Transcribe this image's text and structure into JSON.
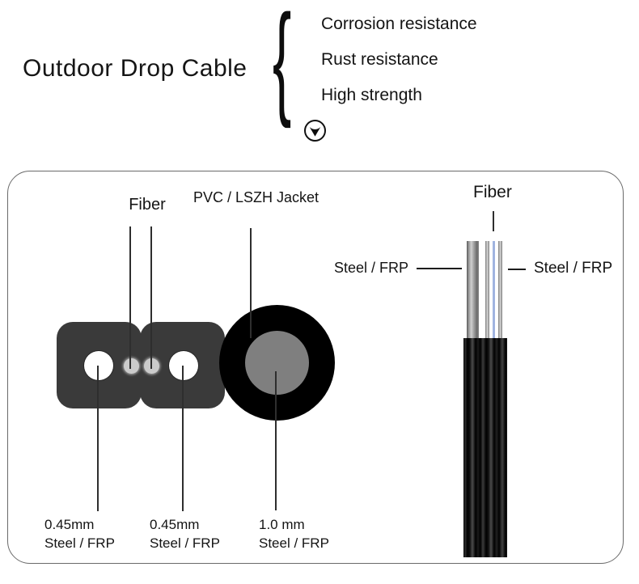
{
  "header": {
    "title": "Outdoor Drop Cable",
    "brace": "{",
    "features": [
      {
        "label": "Corrosion resistance"
      },
      {
        "label": "Rust resistance"
      },
      {
        "label": "High strength"
      }
    ]
  },
  "diagram": {
    "labels": {
      "fiber_left": "Fiber",
      "pvc_jacket": "PVC / LSZH Jacket",
      "fiber_right": "Fiber",
      "steel_left": "Steel / FRP",
      "steel_right": "Steel / FRP"
    },
    "bottom_labels": [
      {
        "size": "0.45mm",
        "material": "Steel / FRP"
      },
      {
        "size": "0.45mm",
        "material": "Steel / FRP"
      },
      {
        "size": "1.0 mm",
        "material": "Steel / FRP"
      }
    ],
    "icons": [
      {
        "name": "down-arrow-icon"
      }
    ],
    "colors": {
      "flat_jacket_charcoal": "#3a3a3a",
      "round_jacket_black": "#000000",
      "inner_core_gray": "#7f7f7f",
      "fiber_dot_gray": "#cbcbcb",
      "fiber_strand_blue": "#a0b4e0",
      "leader_line": "#2e2e2e",
      "panel_border": "#6a6a6a"
    }
  }
}
